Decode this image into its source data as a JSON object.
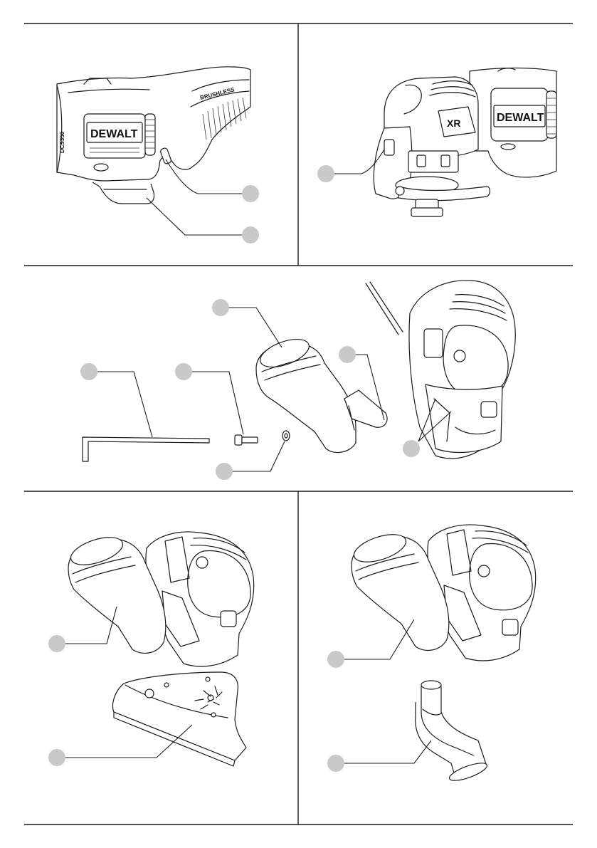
{
  "figures": {
    "fig_a": {
      "brand_text": "DEWALT",
      "side_text": "BRUSHLESS",
      "nozzle_text": "DCS356"
    },
    "fig_b": {
      "brand_text": "DEWALT",
      "badge_text": "XR"
    }
  }
}
